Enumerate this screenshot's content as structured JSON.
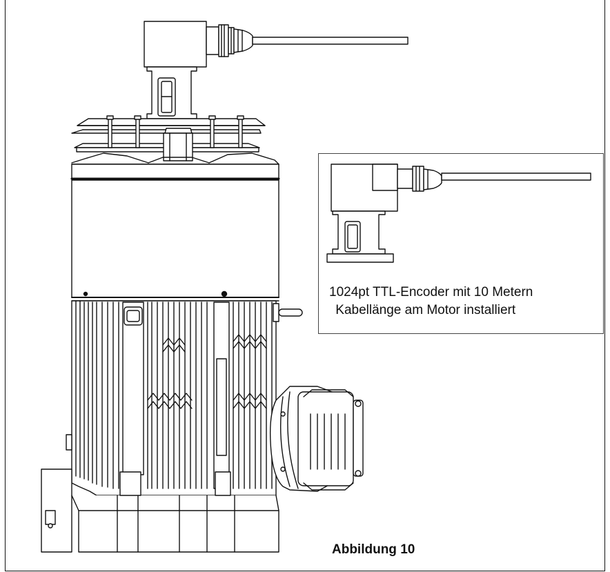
{
  "callout": {
    "caption_line1": "1024pt TTL-Encoder mit 10 Metern",
    "caption_line2": " Kabellänge am Motor installiert"
  },
  "figure": {
    "label": "Abbildung 10"
  },
  "colors": {
    "line": "#111111",
    "background": "#ffffff"
  }
}
